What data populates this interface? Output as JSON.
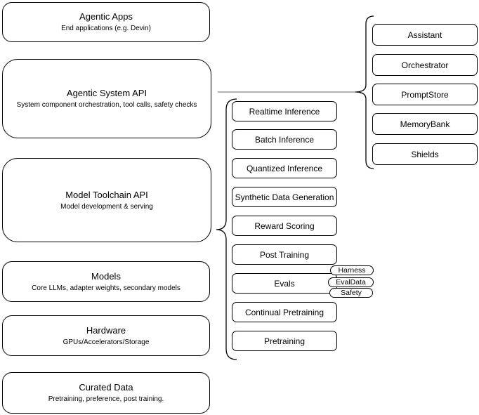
{
  "colors": {
    "background": "#ffffff",
    "node_fill": "#ffffff",
    "node_stroke": "#000000",
    "text": "#000000",
    "connector": "#666666"
  },
  "left_stack": {
    "agentic_apps": {
      "title": "Agentic Apps",
      "subtitle": "End applications (e.g. Devin)"
    },
    "agentic_system_api": {
      "title": "Agentic System API",
      "subtitle": "System component orchestration, tool calls, safety checks"
    },
    "model_toolchain_api": {
      "title": "Model Toolchain API",
      "subtitle": "Model development & serving"
    },
    "models": {
      "title": "Models",
      "subtitle": "Core LLMs, adapter weights, secondary models"
    },
    "hardware": {
      "title": "Hardware",
      "subtitle": "GPUs/Accelerators/Storage"
    },
    "curated_data": {
      "title": "Curated Data",
      "subtitle": "Pretraining, preference, post training."
    }
  },
  "toolchain_group": {
    "items": [
      "Realtime Inference",
      "Batch Inference",
      "Quantized Inference",
      "Synthetic Data Generation",
      "Reward Scoring",
      "Post Training",
      "Evals",
      "Continual Pretraining",
      "Pretraining"
    ]
  },
  "eval_tags": [
    "Harness",
    "EvalData",
    "Safety"
  ],
  "system_group": {
    "items": [
      "Assistant",
      "Orchestrator",
      "PromptStore",
      "MemoryBank",
      "Shields"
    ]
  }
}
